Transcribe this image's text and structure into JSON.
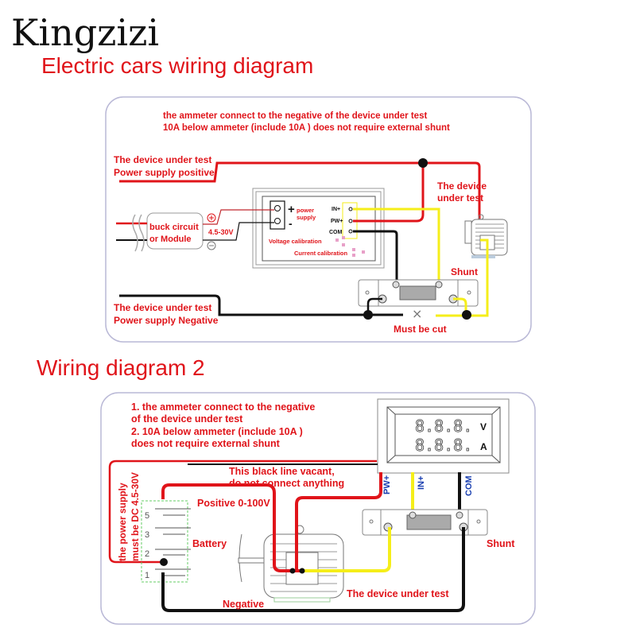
{
  "brand": "Kingzizi",
  "title1": "Electric cars wiring diagram",
  "title2": "Wiring diagram 2",
  "colors": {
    "red": "#e0141a",
    "yellow": "#f5ee1a",
    "black": "#111111",
    "panel_border": "#b9b8d6",
    "label_blue": "#1a3fb0"
  },
  "diagram1": {
    "note": [
      "the ammeter connect to the negative of the device under test",
      "10A below ammeter (include 10A ) does not require external shunt"
    ],
    "supply_positive": [
      "The device under test",
      "Power supply positive"
    ],
    "supply_negative": [
      "The device under test",
      "Power supply Negative"
    ],
    "module": [
      "buck circuit",
      "or Module"
    ],
    "module_voltage": "4.5-30V",
    "plus": "+",
    "minus": "-",
    "power_supply": [
      "power",
      "supply"
    ],
    "terminals": [
      "IN+",
      "PW+",
      "COM"
    ],
    "voltage_calibration": "Voltage calibration",
    "current_calibration": "Current calibration",
    "device": [
      "The device",
      "under test"
    ],
    "shunt": "Shunt",
    "cut_mark": "×",
    "must_be_cut": "Must be cut"
  },
  "diagram2": {
    "notes": [
      "1. the ammeter connect to the negative",
      "of the device under test",
      "2. 10A below ammeter (include 10A )",
      "does not require external shunt"
    ],
    "display_digits": "8.8.8.",
    "units": [
      "V",
      "A"
    ],
    "vacant": [
      "This black line vacant,",
      "do not connect anything"
    ],
    "terminals": [
      "PW+",
      "IN+",
      "COM"
    ],
    "power_note": [
      "the power supply",
      "must be DC 4.5-30V"
    ],
    "positive": "Positive 0-100V",
    "battery": "Battery",
    "battery_cells": [
      "5",
      "3",
      "2",
      "1"
    ],
    "shunt": "Shunt",
    "device": "The device under test",
    "negative": "Negative"
  }
}
